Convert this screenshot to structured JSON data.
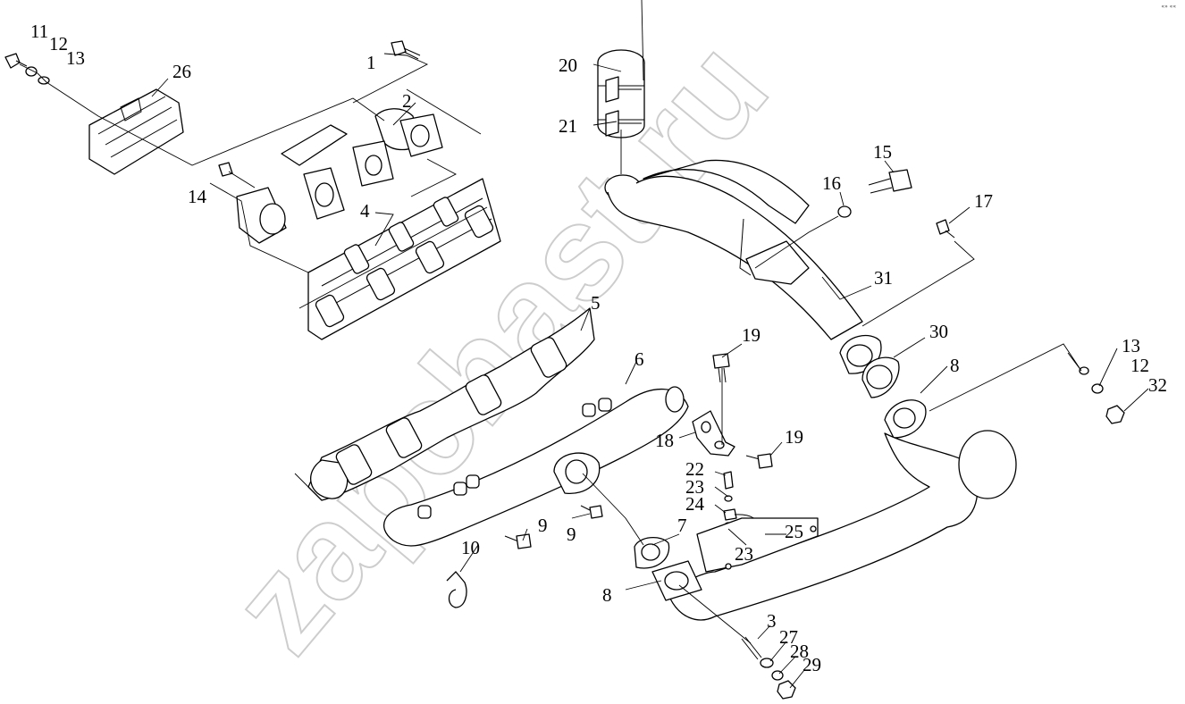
{
  "watermark": "zapchast.ru",
  "corner_mark": "«» ««",
  "callouts": [
    {
      "id": "c1",
      "label": "1"
    },
    {
      "id": "c2",
      "label": "2"
    },
    {
      "id": "c3",
      "label": "3"
    },
    {
      "id": "c4",
      "label": "4"
    },
    {
      "id": "c5",
      "label": "5"
    },
    {
      "id": "c6",
      "label": "6"
    },
    {
      "id": "c7",
      "label": "7"
    },
    {
      "id": "c8a",
      "label": "8"
    },
    {
      "id": "c8b",
      "label": "8"
    },
    {
      "id": "c9a",
      "label": "9"
    },
    {
      "id": "c9b",
      "label": "9"
    },
    {
      "id": "c10",
      "label": "10"
    },
    {
      "id": "c11",
      "label": "11"
    },
    {
      "id": "c12a",
      "label": "12"
    },
    {
      "id": "c12b",
      "label": "12"
    },
    {
      "id": "c13a",
      "label": "13"
    },
    {
      "id": "c13b",
      "label": "13"
    },
    {
      "id": "c14",
      "label": "14"
    },
    {
      "id": "c15",
      "label": "15"
    },
    {
      "id": "c16",
      "label": "16"
    },
    {
      "id": "c17",
      "label": "17"
    },
    {
      "id": "c18",
      "label": "18"
    },
    {
      "id": "c19a",
      "label": "19"
    },
    {
      "id": "c19b",
      "label": "19"
    },
    {
      "id": "c20",
      "label": "20"
    },
    {
      "id": "c21",
      "label": "21"
    },
    {
      "id": "c22",
      "label": "22"
    },
    {
      "id": "c23a",
      "label": "23"
    },
    {
      "id": "c23b",
      "label": "23"
    },
    {
      "id": "c24",
      "label": "24"
    },
    {
      "id": "c25",
      "label": "25"
    },
    {
      "id": "c26",
      "label": "26"
    },
    {
      "id": "c27",
      "label": "27"
    },
    {
      "id": "c28",
      "label": "28"
    },
    {
      "id": "c29",
      "label": "29"
    },
    {
      "id": "c30",
      "label": "30"
    },
    {
      "id": "c31",
      "label": "31"
    },
    {
      "id": "c32",
      "label": "32"
    }
  ]
}
